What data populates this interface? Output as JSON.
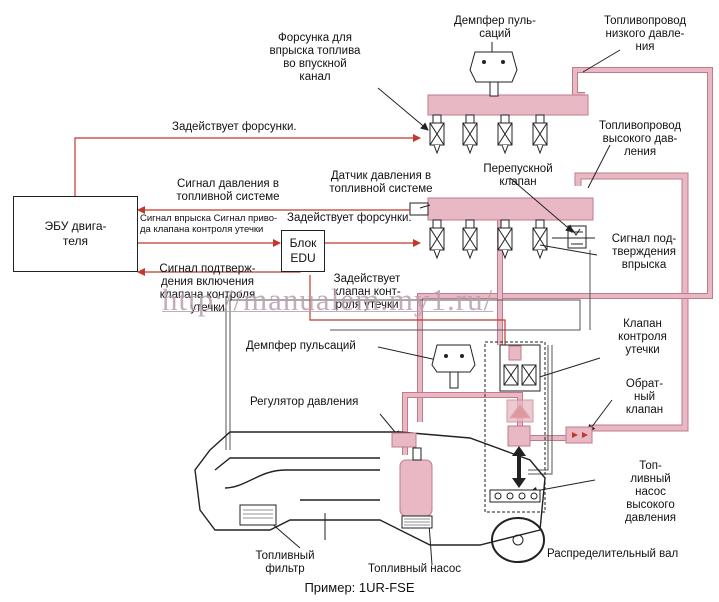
{
  "labels": {
    "injector_intake": "Форсунка для\nвпрыска топлива\nво впускной\nканал",
    "pulsation_damper_top": "Демпфер пуль-\nсаций",
    "low_pressure_line": "Топливопровод\nнизкого давле-\nния",
    "high_pressure_line": "Топливопровод\nвысокого дав-\nления",
    "activates_injectors_top": "Задействует форсунки.",
    "pressure_signal": "Сигнал давления в\nтопливной системе",
    "pressure_sensor": "Датчик давления в\nтопливной системе",
    "relief_valve": "Перепускной\nклапан",
    "injection_signal": "Сигнал впрыска Сигнал приво-\nда клапана контроля утечки",
    "activates_injectors_mid": "Задействует форсунки.",
    "injection_confirm_signal": "Сигнал под-\nтверждения\nвпрыска",
    "leak_valve_confirm_signal": "Сигнал подтверж-\nдения включения\nклапана контроля\nутечки",
    "activates_leak_valve": "Задействует\nклапан конт-\nроля утечки",
    "pulsation_damper_low": "Демпфер пульсаций",
    "leak_control_valve": "Клапан\nконтроля\nутечки",
    "pressure_regulator": "Регулятор давления",
    "check_valve": "Обрат-\nный\nклапан",
    "hp_pump": "Топ-\nливный\nнасос\nвысокого\nдавления",
    "fuel_filter": "Топливный\nфильтр",
    "fuel_pump": "Топливный насос",
    "camshaft": "Распределительный вал",
    "caption": "Пример: 1UR-FSE"
  },
  "blocks": {
    "ecu": "ЭБУ двига-\nтеля",
    "edu": "Блок\nEDU"
  },
  "watermark": "http://manualem.my1.ru/",
  "colors": {
    "fuel_fill": "#e8b9c4",
    "fuel_edge": "#c07a8a",
    "signal_arrow": "#c0392b",
    "outline": "#222222",
    "watermark": "#b8a0b0"
  }
}
